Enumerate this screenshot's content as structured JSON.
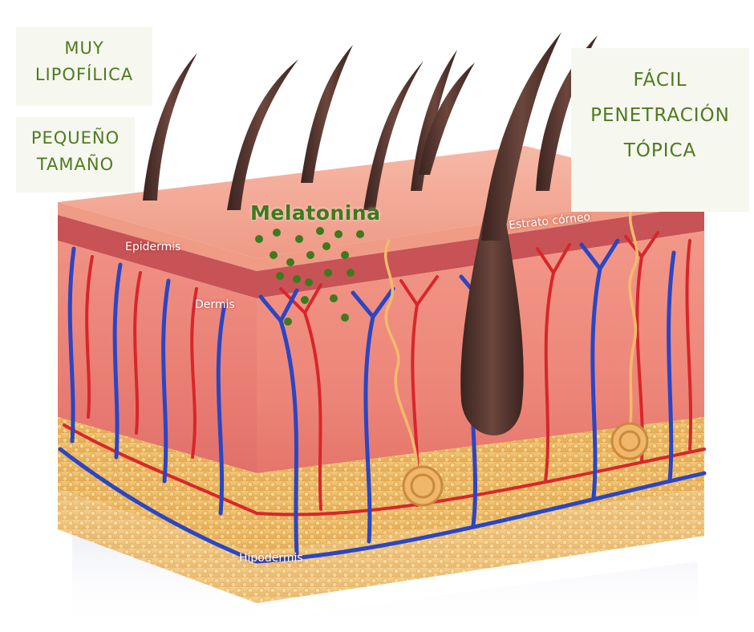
{
  "callouts": {
    "lipophilic": [
      "MUY",
      "LIPOFÍLICA"
    ],
    "small_size": [
      "PEQUEÑO",
      "TAMAÑO"
    ],
    "easy_penetration": [
      "FÁCIL",
      "PENETRACIÓN",
      "TÓPICA"
    ]
  },
  "molecule": {
    "label": "Melatonina",
    "color": "#3d7a1c"
  },
  "layers": {
    "stratum_corneum": "Estrato córneo",
    "epidermis": "Epidermis",
    "dermis": "Dermis",
    "hypodermis": "Hipodermis"
  },
  "colors": {
    "accent_green": "#4f7a1f",
    "callout_bg": "#f6f7ef",
    "skin_top": "#f0a28c",
    "epidermis": "#c9585a",
    "dermis": "#ef8e84",
    "fat": "#f2c06a",
    "artery": "#d8262b",
    "vein": "#2a46c4",
    "hair": "#5a3a33",
    "nerve": "#f2bb6a"
  }
}
